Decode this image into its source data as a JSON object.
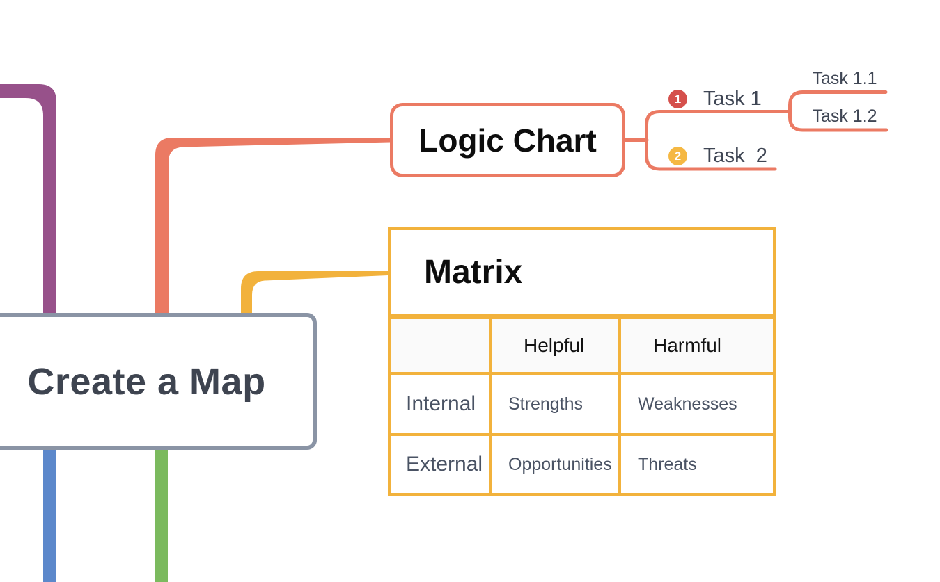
{
  "root_topic": {
    "label": "Create a Map"
  },
  "branches": {
    "logic_chart": {
      "label": "Logic Chart",
      "tasks": [
        {
          "badge": "1",
          "label": "Task 1",
          "subtasks": [
            "Task 1.1",
            "Task 1.2"
          ]
        },
        {
          "badge": "2",
          "label": "Task  2",
          "subtasks": []
        }
      ]
    },
    "matrix": {
      "label": "Matrix",
      "columns": [
        "Helpful",
        "Harmful"
      ],
      "rows": [
        {
          "label": "Internal",
          "cells": [
            "Strengths",
            "Weaknesses"
          ]
        },
        {
          "label": "External",
          "cells": [
            "Opportunities",
            "Threats"
          ]
        }
      ]
    }
  },
  "palette": {
    "coral_branch": "#EB7A63",
    "yellow_branch": "#F2B23C",
    "purple_branch": "#97518A",
    "blue_branch": "#5C88CB",
    "green_branch": "#7BBA5E",
    "root_border_gray": "#8A94A5",
    "badge_red": "#D5504C",
    "badge_yellow": "#F5B843",
    "dark_text": "#3E4450",
    "slate_text": "#4A5364"
  }
}
